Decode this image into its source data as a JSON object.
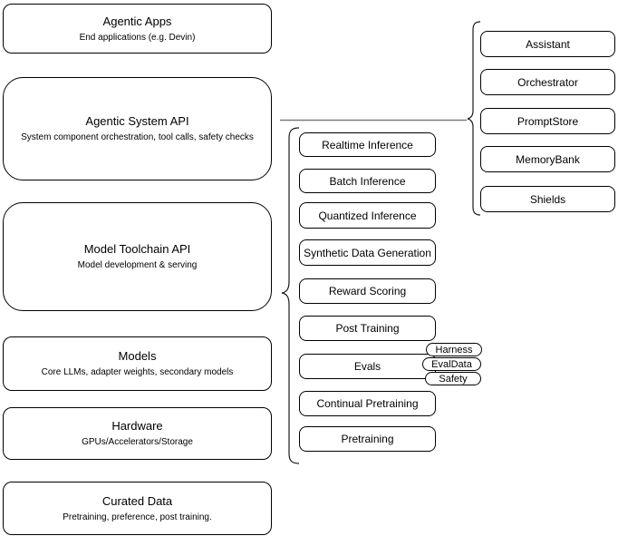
{
  "diagram": {
    "left_column": [
      {
        "title": "Agentic Apps",
        "subtitle": "End applications (e.g. Devin)"
      },
      {
        "title": "Agentic System API",
        "subtitle": "System component orchestration, tool calls, safety checks"
      },
      {
        "title": "Model Toolchain API",
        "subtitle": "Model development & serving"
      },
      {
        "title": "Models",
        "subtitle": "Core LLMs, adapter weights, secondary models"
      },
      {
        "title": "Hardware",
        "subtitle": "GPUs/Accelerators/Storage"
      },
      {
        "title": "Curated Data",
        "subtitle": "Pretraining, preference, post training."
      }
    ],
    "toolchain_items": [
      "Realtime Inference",
      "Batch Inference",
      "Quantized Inference",
      "Synthetic Data Generation",
      "Reward Scoring",
      "Post Training",
      "Evals",
      "Continual Pretraining",
      "Pretraining"
    ],
    "eval_tags": [
      "Harness",
      "EvalData",
      "Safety"
    ],
    "system_components": [
      "Assistant",
      "Orchestrator",
      "PromptStore",
      "MemoryBank",
      "Shields"
    ],
    "colors": {
      "box_fill": "#ffffff",
      "box_border": "#000000",
      "brace_stroke": "#1a1a1a",
      "connector_stroke": "#7a7a7a",
      "background": "#ffffff"
    }
  }
}
